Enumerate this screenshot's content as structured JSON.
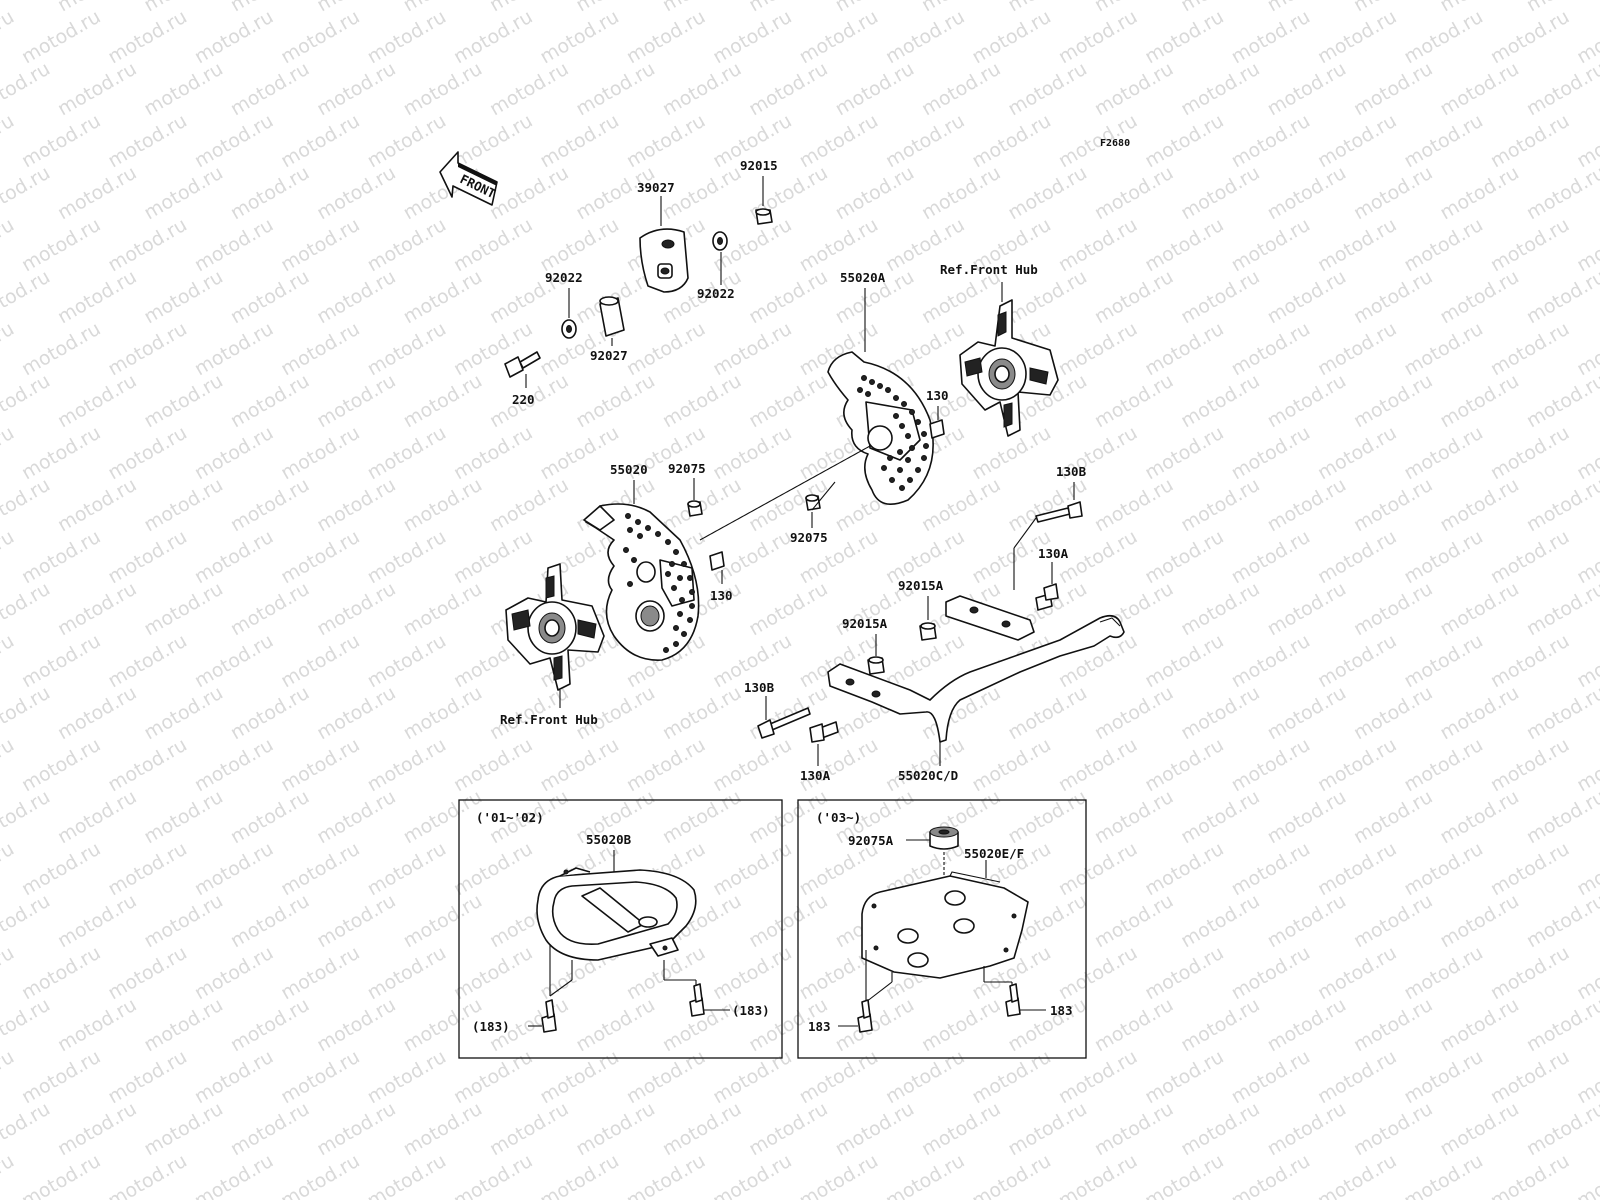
{
  "diagram_code": "F2680",
  "watermark_text": "motod.ru",
  "front_arrow_label": "FRONT",
  "callouts": {
    "p39027": "39027",
    "p92015_top": "92015",
    "p92022_left": "92022",
    "p92022_right": "92022",
    "p92027": "92027",
    "p220": "220",
    "ref_front_hub_top": "Ref.Front Hub",
    "p55020A": "55020A",
    "p130_top": "130",
    "p55020": "55020",
    "p92075_left": "92075",
    "p92075_right": "92075",
    "p130_bottom": "130",
    "p130B_top": "130B",
    "p130A_top": "130A",
    "p92015A_top": "92015A",
    "p92015A_bottom": "92015A",
    "p130B_bottom": "130B",
    "p130A_bottom": "130A",
    "p55020CD": "55020C/D",
    "ref_front_hub_bottom": "Ref.Front Hub"
  },
  "inset_left": {
    "year_label": "('01~'02)",
    "part_label": "55020B",
    "bolt_left": "(183)",
    "bolt_right": "(183)"
  },
  "inset_right": {
    "year_label": "('03~)",
    "part_a_label": "92075A",
    "part_b_label": "55020E/F",
    "bolt_left": "183",
    "bolt_right": "183"
  }
}
